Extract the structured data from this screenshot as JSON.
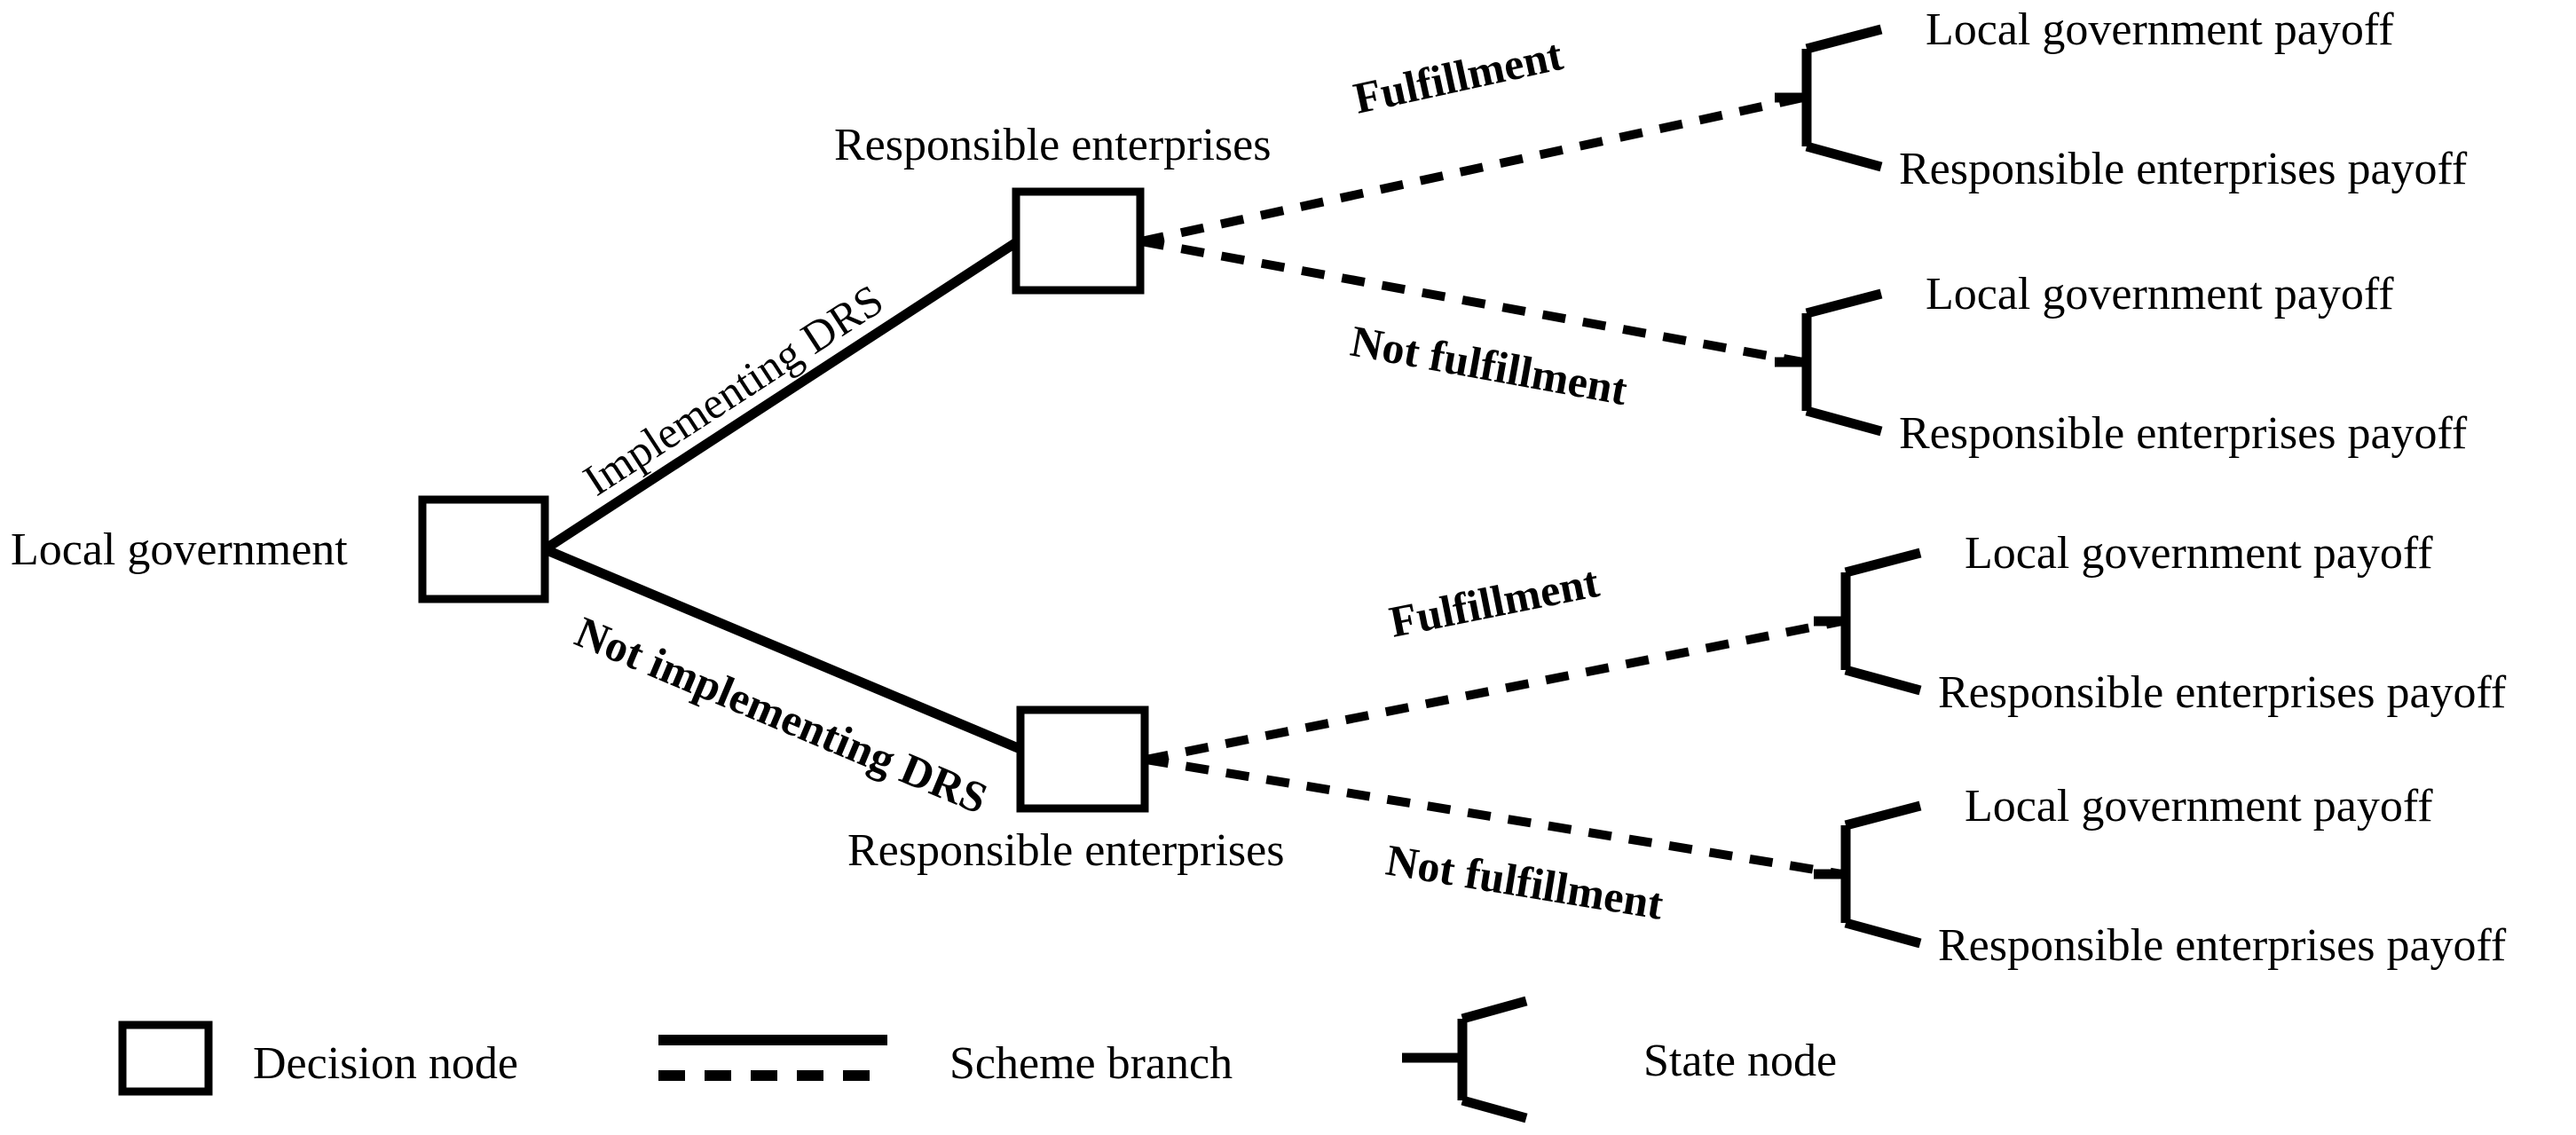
{
  "diagram": {
    "type": "decision-tree",
    "root": {
      "label": "Local government",
      "node_kind": "decision-node"
    },
    "level1_branches": [
      {
        "label": "Implementing DRS",
        "style": "solid",
        "direction": "up"
      },
      {
        "label": "Not implementing DRS",
        "style": "solid",
        "direction": "down"
      }
    ],
    "level1_nodes": [
      {
        "label": "Responsible enterprises",
        "node_kind": "decision-node",
        "label_position": "above"
      },
      {
        "label": "Responsible enterprises",
        "node_kind": "decision-node",
        "label_position": "below"
      }
    ],
    "level2_branches": [
      {
        "label": "Fulfillment",
        "style": "dashed",
        "direction": "up"
      },
      {
        "label": "Not fulfillment",
        "style": "dashed",
        "direction": "down"
      },
      {
        "label": "Fulfillment",
        "style": "dashed",
        "direction": "up"
      },
      {
        "label": "Not fulfillment",
        "style": "dashed",
        "direction": "down"
      }
    ],
    "outcomes": [
      {
        "group": 1,
        "node_kind": "state-node",
        "payoffs": [
          "Local government  payoff",
          "Responsible enterprises payoff"
        ]
      },
      {
        "group": 2,
        "node_kind": "state-node",
        "payoffs": [
          "Local government  payoff",
          "Responsible enterprises payoff"
        ]
      },
      {
        "group": 3,
        "node_kind": "state-node",
        "payoffs": [
          "Local government  payoff",
          "Responsible enterprises payoff"
        ]
      },
      {
        "group": 4,
        "node_kind": "state-node",
        "payoffs": [
          "Local government  payoff",
          "Responsible enterprises payoff"
        ]
      }
    ]
  },
  "legend": {
    "items": [
      {
        "label": "Decision node",
        "symbol": "rectangle-outline"
      },
      {
        "label": "Scheme branch",
        "symbol": "solid-and-dashed-lines"
      },
      {
        "label": "State node",
        "symbol": "bracket-fork"
      }
    ]
  },
  "colors": {
    "stroke": "#000000",
    "background": "#ffffff",
    "text": "#000000"
  }
}
